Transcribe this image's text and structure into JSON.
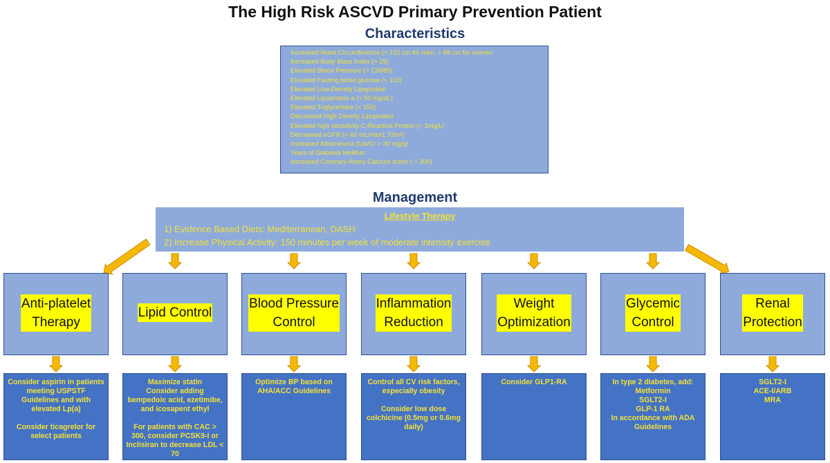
{
  "title": "The High Risk ASCVD Primary Prevention Patient",
  "characteristics": {
    "heading": "Characteristics",
    "items": [
      "Increased Waist Circumference (> 102 cm for men, > 88 cm for women",
      "Increased Body Mass Index (> 25)",
      "Elevated Blood Pressure (> 130/85)",
      "Elevated Fasting blood glucose (> 110)",
      "Elevated Low-Density Lipoprotein",
      "Elevated Lipoprotein a (> 50 mg/dL)",
      "Elevated Triglycerides  (> 150)",
      "Decreased High Density Lipoprotein",
      "Elevated high sensitivity C-Reactive Protein (> 2mg/L)",
      "Decreased eGFR (< 60 mL/min/1.73m²)",
      "Increased Albuminuria (UA/Cr > 30 mg/g)",
      "Years of Diabetes Mellitus",
      "Increased Coronary Artery Calcium score ( > 300)"
    ]
  },
  "management": {
    "heading": "Management",
    "lifestyle": {
      "title": "Lifestyle Therapy",
      "items": [
        "1)   Evidence Based Diets: Mediterranean, DASH",
        "2)   Increase Physical Activity: 150 minutes per week of moderate intensity exercise"
      ]
    },
    "categories": [
      {
        "label": "Anti-platelet\nTherapy",
        "recommendation": "Consider aspirin in patients meeting USPSTF Guidelines and with elevated Lp(a)\n\nConsider ticagrelor for select patients"
      },
      {
        "label": "Lipid Control",
        "recommendation": "Maximize statin\nConsider adding bempedoic acid, ezetimibe, and icosapent ethyl\n\nFor patients with CAC > 300, consider PCSK9-I or Inclisiran to decrease LDL < 70"
      },
      {
        "label": "Blood Pressure\nControl",
        "recommendation": "Optimize BP based on AHA/ACC Guidelines"
      },
      {
        "label": "Inflammation\nReduction",
        "recommendation": "Control all CV risk factors, especially obesity\n\nConsider low dose colchicine (0.5mg or 0.6mg daily)"
      },
      {
        "label": "Weight\nOptimization",
        "recommendation": "Consider GLP1-RA"
      },
      {
        "label": "Glycemic\nControl",
        "recommendation": "In type 2 diabetes, add:\nMetformin\nSGLT2-I\nGLP-1 RA\nIn accordance with ADA Guidelines"
      },
      {
        "label": "Renal\nProtection",
        "recommendation": "SGLT2-I\nACE-I/ARB\nMRA"
      }
    ]
  },
  "colors": {
    "box_fill": "#8eaadb",
    "recommendation_fill": "#4472c4",
    "text_yellow": "#f2e13a",
    "highlight": "#ffff00",
    "arrow": "#f5b800",
    "heading": "#1f3a6e"
  }
}
